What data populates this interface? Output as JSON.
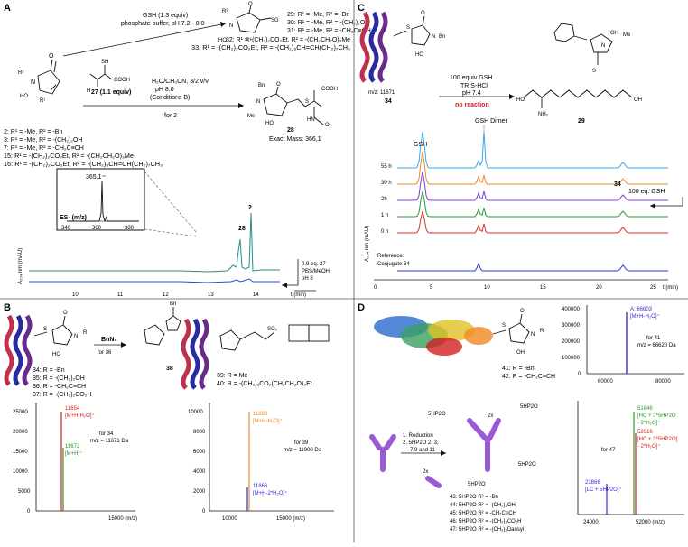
{
  "panels": {
    "A": {
      "letter": "A",
      "reagent_top": "GSH (1.3 equiv)",
      "reagent_top2": "phosphate buffer, pH 7.2 - 8.0",
      "product_top": "29",
      "product_list": [
        "29: R¹ = -Me, R² = -Bn",
        "30: R¹ = -Me, R² = -(CH₂)₂OH",
        "31: R¹ = -Me, R² = -CH₂C≡CH",
        "32: R¹ = -(CH₂)₂CO₂Et, R² = -(CH₂CH₂O)₃Me",
        "33: R¹ = -(CH₂)₂CO₂Et, R² = -(CH₂)₆CH=CH(CH₂)₇CH₃"
      ],
      "start_list": [
        "2: R¹ = -Me, R² = -Bn",
        "3: R¹ = -Me, R² = -(CH₂)₂OH",
        "7: R¹ = -Me, R² = -CH₂C≡CH",
        "15: R¹ = -(CH₂)₂CO₂Et, R² = -(CH₂CH₂O)₃Me",
        "16: R¹ = -(CH₂)₂CO₂Et, R² = -(CH₂)₆CH=CH(CH₂)₇CH₃"
      ],
      "cys_label": "27 (1.1 equiv)",
      "cond1": "H₂O/CH₃CN, 3/2 v/v",
      "cond2": "pH 8.0",
      "cond3": "(Conditions B)",
      "cond4": "for 2",
      "product_28": "28",
      "exact_mass": "Exact Mass: 366,1",
      "ms_peak": "365.1",
      "ms_mode": "ES- (m/z)",
      "ms_ticks": [
        "340",
        "360",
        "380"
      ],
      "peak_labels": [
        "28",
        "2"
      ],
      "ylabel": "A₂₅₄ nm (mAU)",
      "xlabel": "t (min)",
      "xticks": [
        "10",
        "11",
        "12",
        "13",
        "14"
      ],
      "addition": [
        "0.9 eq. 27",
        "PBS/MeOH",
        "pH 8"
      ]
    },
    "B": {
      "letter": "B",
      "bnn3": "BnN₃",
      "for36": "for 36",
      "label38": "38",
      "list_left": [
        "34: R = -Bn",
        "35: R = -(CH₂)₂OH",
        "36: R = -CH₂C≡CH",
        "37: R = -(CH₂)₂CO₂H"
      ],
      "list_right": [
        "39: R = Me",
        "40: R = -(CH₂)₂CO₂(CH₂CH₂O)₃Et"
      ],
      "ms_left": {
        "peaks": [
          "11654",
          "[M+H-H₂O]⁺",
          "11672",
          "[M+H]⁺"
        ],
        "note": [
          "for 34",
          "m/z = 11671 Da"
        ],
        "yticks": [
          "25000",
          "20000",
          "15000",
          "10000",
          "5000",
          "0"
        ],
        "xtick": "15000 (m/z)"
      },
      "ms_right": {
        "peaks": [
          "11883",
          "[M+H-H₂O]⁺",
          "11866",
          "[M+H-2*H₂O]⁺"
        ],
        "note": [
          "for 39",
          "m/z = 11900 Da"
        ],
        "yticks": [
          "10000",
          "8000",
          "6000",
          "4000",
          "2000",
          "0"
        ],
        "xticks": [
          "10000",
          "15000 (m/z)"
        ]
      }
    },
    "C": {
      "letter": "C",
      "mz": "m/z: 11671",
      "label34": "34",
      "cond": [
        "100 equiv GSH",
        "TRIS-HCl",
        "pH 7.4"
      ],
      "no_reaction": "no reaction",
      "label29": "29",
      "gsh": "GSH",
      "gsh_dimer": "GSH Dimer",
      "peak34": "34",
      "eq_gsh": "100 eq. GSH",
      "traces": [
        "55 h",
        "30 h",
        "2h",
        "1 h",
        "0 h"
      ],
      "reference": [
        "Reference:",
        "Conjugate 34"
      ],
      "ylabel": "A₂₅₄ nm (mAU)",
      "xticks": [
        "0",
        "5",
        "10",
        "15",
        "20",
        "25"
      ],
      "xlabel": "t (min)",
      "colors": [
        "#3aa7e6",
        "#f08a24",
        "#7a3fcf",
        "#2a9a3a",
        "#e02a2a",
        "#2a3ad0"
      ]
    },
    "D": {
      "letter": "D",
      "list": [
        "41: R = -Bn",
        "42: R = -CH₂C≡CH"
      ],
      "ms1": {
        "peak": "A: 66603",
        "ion": "[M+H-H₂O]⁺",
        "note": [
          "for 41",
          "m/z = 66620 Da"
        ],
        "yticks": [
          "400000",
          "300000",
          "200000",
          "100000",
          "0"
        ],
        "xticks": [
          "60000",
          "80000"
        ]
      },
      "steps": [
        "1. Reduction",
        "2. 5HP2O 2, 3,",
        "7,9 and 11"
      ],
      "label_5hp2o": "5HP2O",
      "x2": "2x",
      "products": [
        "43: 5HP2O R² = -Bn",
        "44: 5HP2O R² = -(CH₂)₂OH",
        "45: 5HP2O R² = -CH₂C≡CH",
        "46: 5HP2O R² = -(CH₂)₂CO₂H",
        "47: 5HP2O R² = -(CH₂)₂Dansyl"
      ],
      "ms2": {
        "peaks": [
          "51846",
          "[HC + 3*5HP2O",
          "- 2*H₂O]⁺",
          "52016",
          "[HC + 3*5HP2O]",
          "- 2*H₂O]⁺",
          "23866",
          "[LC + 5HP2O]⁺"
        ],
        "for": "for 47",
        "xticks": [
          "24000",
          "52000 (m/z)"
        ]
      }
    }
  }
}
